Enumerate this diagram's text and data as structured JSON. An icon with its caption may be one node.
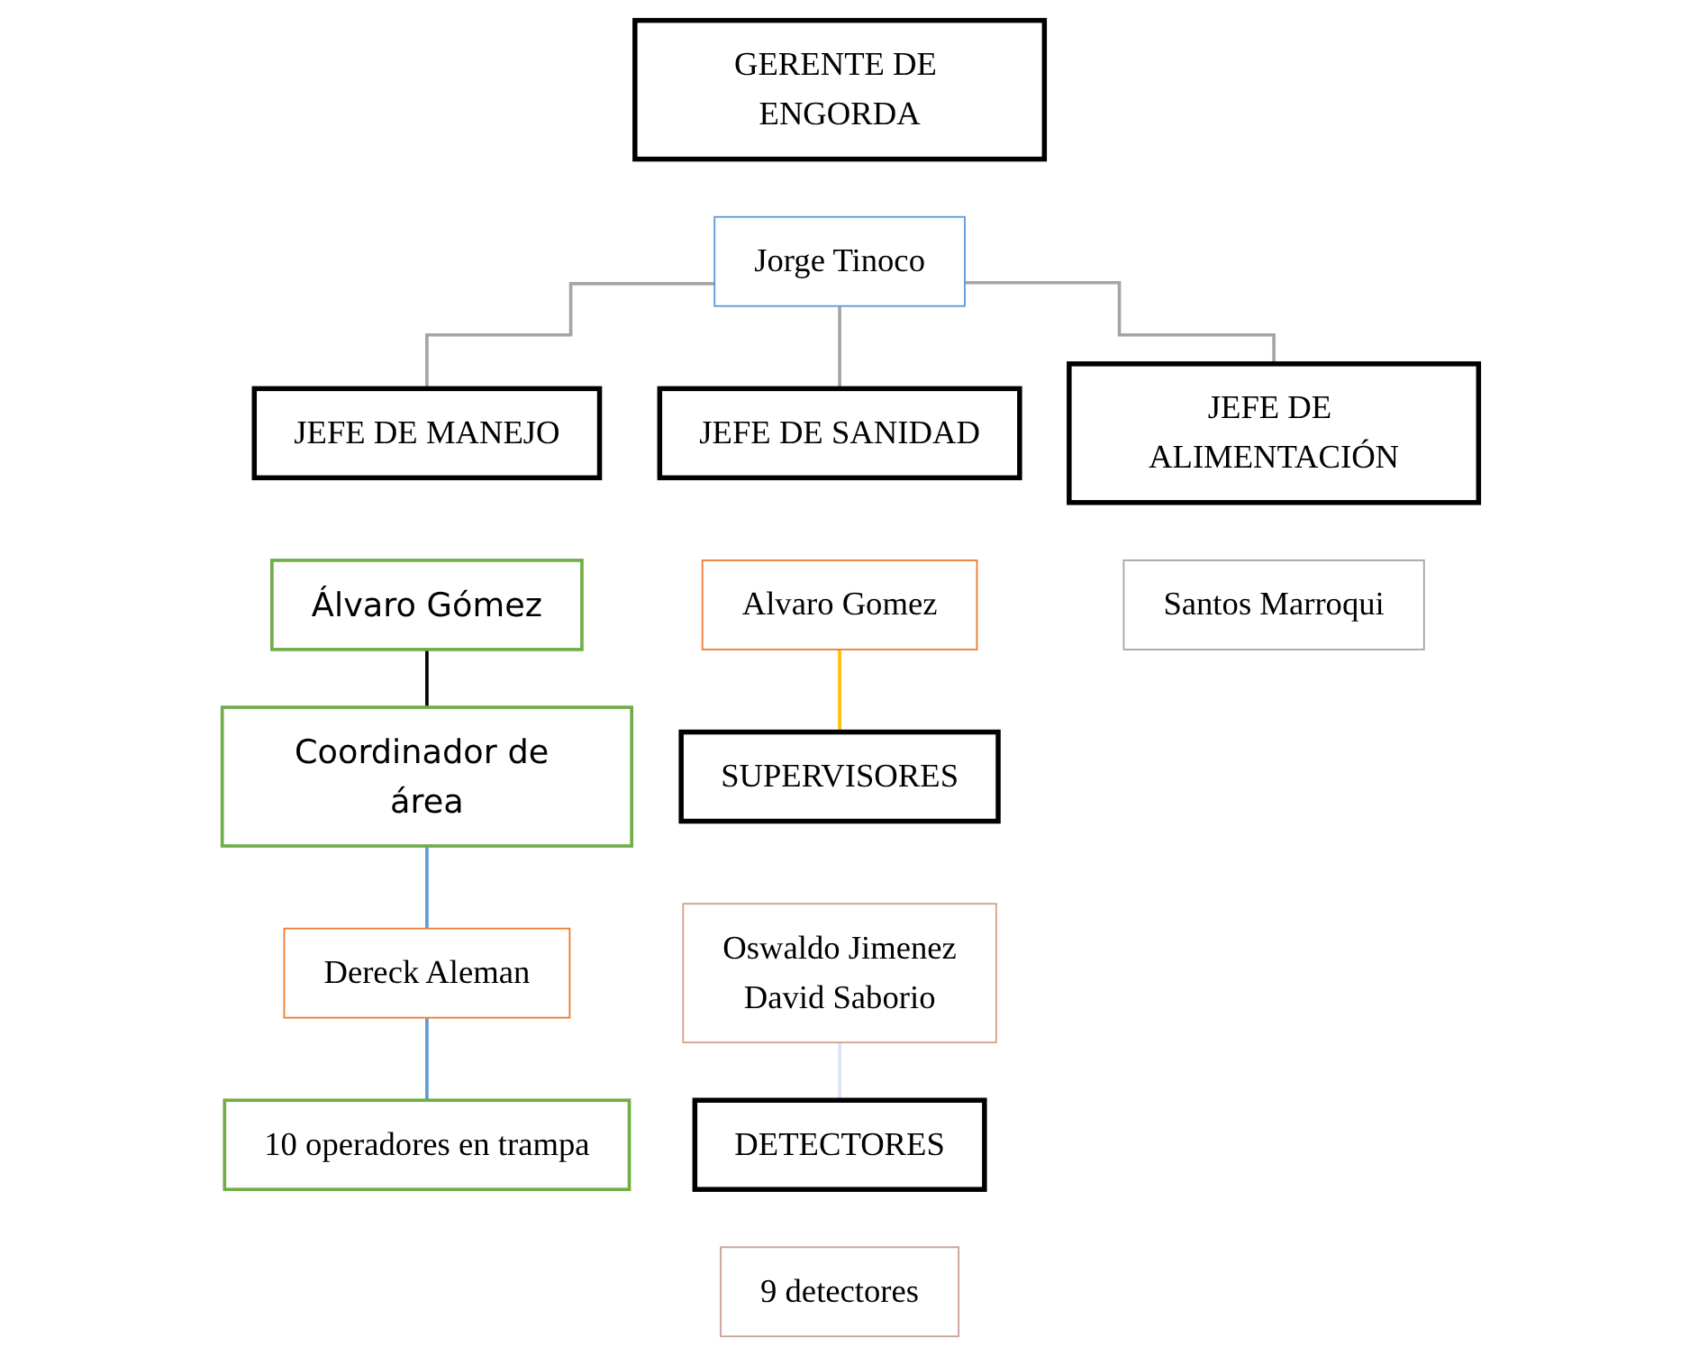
{
  "diagram": {
    "nodes": [
      {
        "text": [
          "GERENTE DE ENGORDA"
        ]
      },
      {
        "text": [
          "Jorge Tinoco"
        ]
      },
      {
        "text": [
          "JEFE DE MANEJO"
        ]
      },
      {
        "text": [
          "Álvaro Gómez"
        ]
      },
      {
        "text": [
          "JEFE DE SANIDAD"
        ]
      },
      {
        "text": [
          "Alvaro Gomez"
        ]
      },
      {
        "text": [
          "JEFE DE ALIMENTACIÓN"
        ]
      },
      {
        "text": [
          "Santos Marroqui"
        ]
      },
      {
        "text": [
          "Coordinador de área"
        ]
      },
      {
        "text": [
          "Dereck Aleman"
        ]
      },
      {
        "text": [
          "10 operadores en trampa"
        ]
      },
      {
        "text": [
          "SUPERVISORES"
        ]
      },
      {
        "text": [
          "Oswaldo Jimenez",
          "David Saborio"
        ]
      },
      {
        "text": [
          "DETECTORES"
        ]
      },
      {
        "text": [
          "9 detectores"
        ]
      }
    ],
    "edges": [
      {
        "from": 1,
        "to": 2,
        "arrow": "none"
      },
      {
        "from": 1,
        "to": 4,
        "arrow": "none"
      },
      {
        "from": 1,
        "to": 6,
        "arrow": "none"
      },
      {
        "from": 3,
        "to": 8,
        "arrow": "none",
        "color": "#000000"
      },
      {
        "from": 8,
        "to": 9,
        "arrow": "none",
        "color": "#5b9bd5"
      },
      {
        "from": 9,
        "to": 10,
        "arrow": "none",
        "color": "#5b9bd5"
      },
      {
        "from": 5,
        "to": 11,
        "arrow": "none",
        "color": "#ffc000"
      },
      {
        "from": 12,
        "to": 13,
        "arrow": "none",
        "color": "#dae3f3"
      }
    ]
  }
}
